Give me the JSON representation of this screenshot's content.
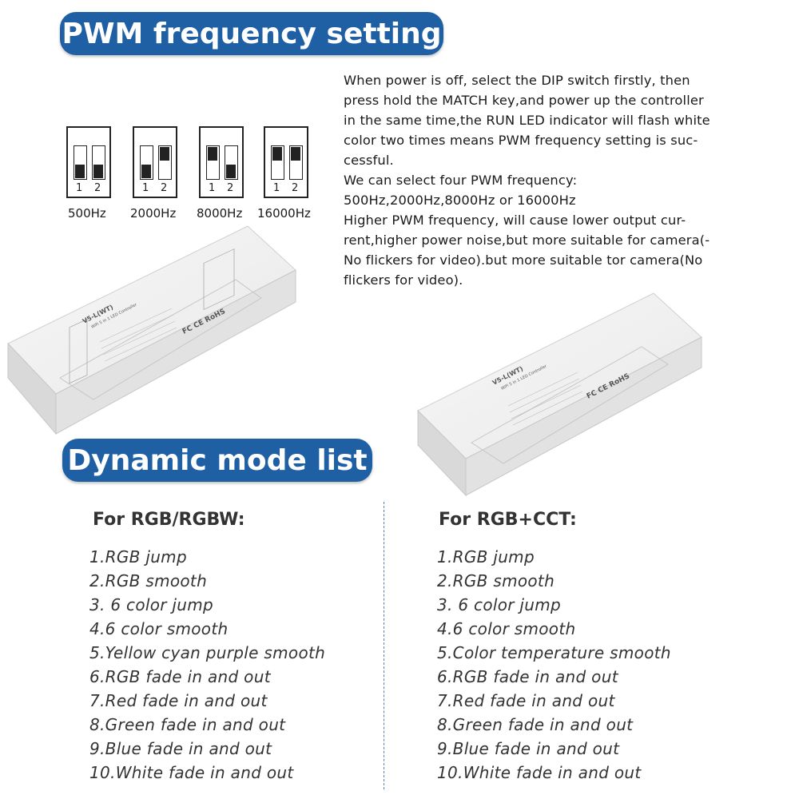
{
  "pwm_section": {
    "title": "PWM frequency setting",
    "description_lines": [
      "When power is off, select the DIP switch firstly, then",
      "press hold the MATCH key,and power up the controller",
      "in the same time,the RUN LED indicator will flash white",
      "color two times means PWM frequency setting is suc-",
      "cessful.",
      "We can select four PWM frequency:",
      "500Hz,2000Hz,8000Hz or 16000Hz",
      "Higher PWM frequency, will cause lower output cur-",
      "rent,higher power noise,but more suitable for camera(-",
      "No flickers for video).but more suitable tor camera(No",
      "flickers for video)."
    ],
    "dip_switches": [
      {
        "label": "500Hz",
        "switch1": "down",
        "switch2": "down",
        "num1": "1",
        "num2": "2"
      },
      {
        "label": "2000Hz",
        "switch1": "down",
        "switch2": "up",
        "num1": "1",
        "num2": "2"
      },
      {
        "label": "8000Hz",
        "switch1": "up",
        "switch2": "down",
        "num1": "1",
        "num2": "2"
      },
      {
        "label": "16000Hz",
        "switch1": "up",
        "switch2": "up",
        "num1": "1",
        "num2": "2"
      }
    ]
  },
  "device_label": {
    "model": "V5-L(WT)",
    "subtitle": "WiFi 5 in 1 LED Controller",
    "marks": "FC CE RoHS"
  },
  "dynamic_section": {
    "title": "Dynamic mode list",
    "columns": [
      {
        "heading": "For RGB/RGBW:",
        "items": [
          "1.RGB jump",
          "2.RGB smooth",
          "3. 6 color jump",
          "4.6 color smooth",
          "5.Yellow cyan purple smooth",
          "6.RGB fade in and out",
          "7.Red fade in and out",
          "8.Green fade in and out",
          "9.Blue fade in and out",
          "10.White fade in and out"
        ]
      },
      {
        "heading": "For RGB+CCT:",
        "items": [
          "1.RGB jump",
          "2.RGB smooth",
          "3. 6 color jump",
          "4.6 color smooth",
          "5.Color temperature smooth",
          "6.RGB fade in and out",
          "7.Red fade in and out",
          "8.Green fade in and out",
          "9.Blue fade in and out",
          "10.White fade in and out"
        ]
      }
    ]
  },
  "colors": {
    "banner": "#1f5fa4",
    "divider": "#5a7fb5"
  }
}
